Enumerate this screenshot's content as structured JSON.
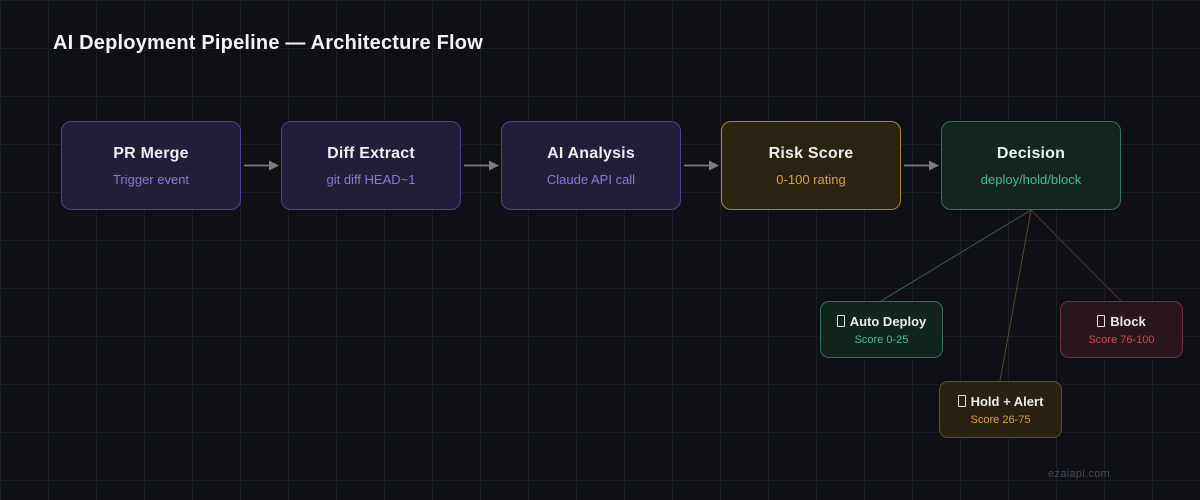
{
  "page": {
    "title": "AI Deployment Pipeline — Architecture Flow",
    "watermark": "ezaiapi.com"
  },
  "colors": {
    "background": "#0f1016",
    "grid_line": "#1b1d27",
    "arrow_gray": "#7c7c85",
    "purple_border": "#4d4190",
    "purple_text": "#8a7ad8",
    "amber_border": "#a9862f",
    "amber_text": "#d2a53e",
    "teal_border": "#35705a",
    "teal_text": "#3ec08d",
    "red_border": "#6e3340",
    "red_text": "#cf4a57"
  },
  "pipeline": {
    "nodes": [
      {
        "title": "PR Merge",
        "subtitle": "Trigger event",
        "theme": "purple"
      },
      {
        "title": "Diff Extract",
        "subtitle": "git diff HEAD~1",
        "theme": "purple"
      },
      {
        "title": "AI Analysis",
        "subtitle": "Claude API call",
        "theme": "purple"
      },
      {
        "title": "Risk Score",
        "subtitle": "0-100 rating",
        "theme": "amber"
      },
      {
        "title": "Decision",
        "subtitle": "deploy/hold/block",
        "theme": "teal"
      }
    ],
    "branches": [
      {
        "title": "Auto Deploy",
        "subtitle": "Score 0-25",
        "theme": "teal",
        "icon": "missing-glyph-box"
      },
      {
        "title": "Hold + Alert",
        "subtitle": "Score 26-75",
        "theme": "amber",
        "icon": "missing-glyph-box"
      },
      {
        "title": "Block",
        "subtitle": "Score 76-100",
        "theme": "red",
        "icon": "missing-glyph-box"
      }
    ]
  }
}
